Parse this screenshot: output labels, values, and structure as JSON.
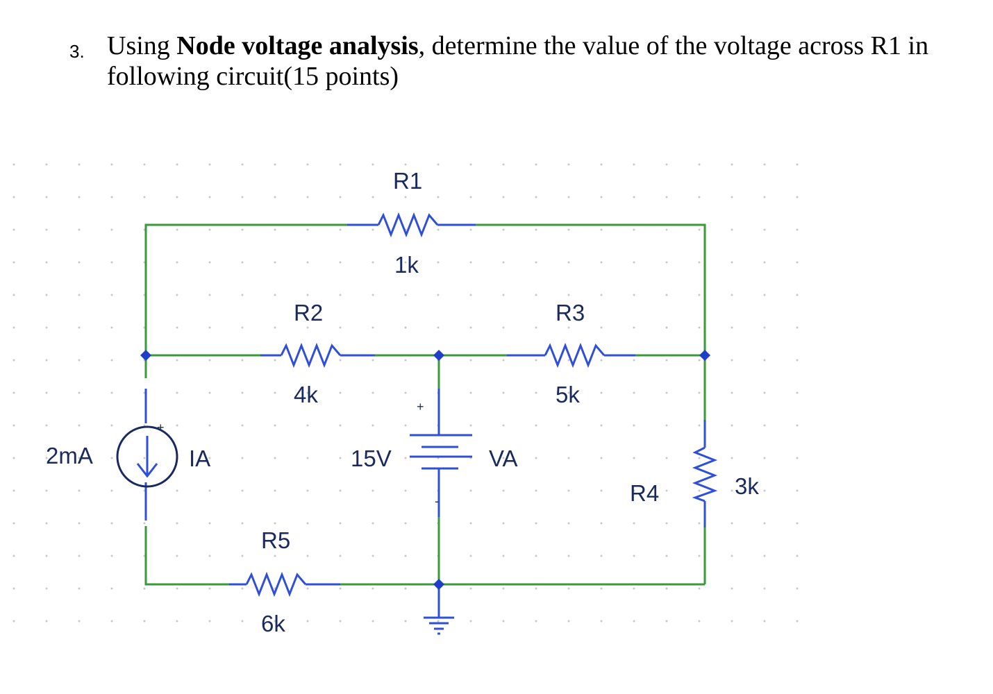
{
  "question": {
    "number": "3.",
    "intro": "Using",
    "bold_phrase": "Node voltage analysis",
    "rest_line1": ", determine the value of the voltage across R1 in",
    "line2": "following circuit(15 points)"
  },
  "circuit": {
    "components": {
      "r1": {
        "name": "R1",
        "value": "1k"
      },
      "r2": {
        "name": "R2",
        "value": "4k"
      },
      "r3": {
        "name": "R3",
        "value": "5k"
      },
      "r4": {
        "name": "R4",
        "value": "3k"
      },
      "r5": {
        "name": "R5",
        "value": "6k"
      },
      "ia": {
        "name": "IA",
        "value": "2mA"
      },
      "va": {
        "name": "VA",
        "value": "15V"
      }
    },
    "polarity": {
      "plus": "+",
      "minus": "-"
    },
    "colors": {
      "wire": "#3a9a3a",
      "lead": "#2f4fd8",
      "node": "#1f3fc8",
      "label": "#1a2a5e",
      "grid_dot": "#c8c8c8"
    }
  }
}
